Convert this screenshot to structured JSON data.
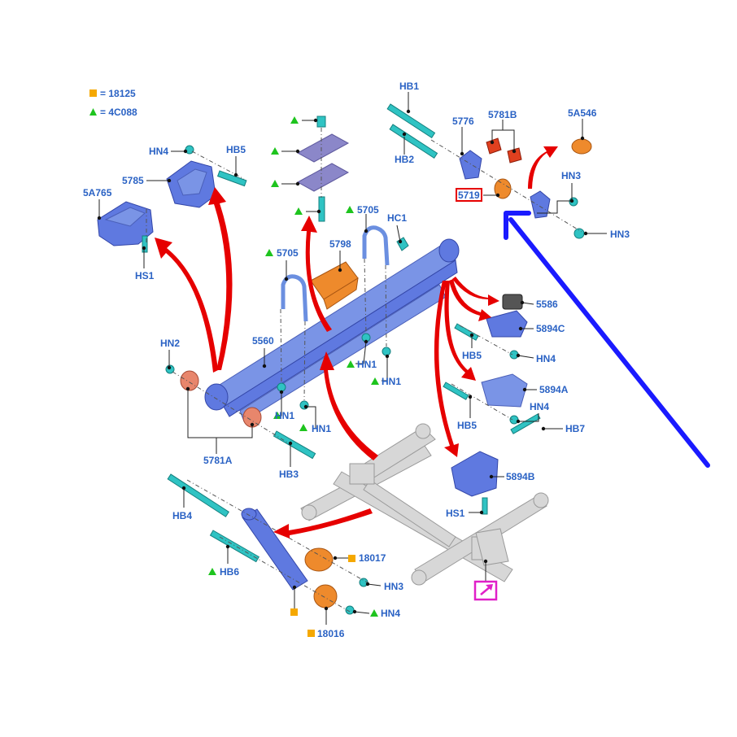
{
  "legend": {
    "square_label": "= 18125",
    "triangle_label": "= 4C088"
  },
  "labels": {
    "hb1": "HB1",
    "hb2": "HB2",
    "p5776": "5776",
    "p5781b": "5781B",
    "p5a546": "5A546",
    "p5719": "5719",
    "hn3_a": "HN3",
    "hn3_b": "HN3",
    "hn4_top": "HN4",
    "hb5_top": "HB5",
    "p5785": "5785",
    "p5a765": "5A765",
    "hs1_left": "HS1",
    "p5705_left": "5705",
    "p5705_right": "5705",
    "hc1": "HC1",
    "p5798": "5798",
    "hn2": "HN2",
    "p5560": "5560",
    "hn1_a": "HN1",
    "hn1_b": "HN1",
    "hn1_c": "HN1",
    "hn1_d": "HN1",
    "p5781a": "5781A",
    "hb3": "HB3",
    "p5586": "5586",
    "p5894c": "5894C",
    "hb5_mid": "HB5",
    "hn4_mid": "HN4",
    "p5894a": "5894A",
    "hb5_low": "HB5",
    "hn4_low": "HN4",
    "hb7": "HB7",
    "p5894b": "5894B",
    "hs1_right": "HS1",
    "hb4": "HB4",
    "p18017": "18017",
    "hb6": "HB6",
    "hn3_low": "HN3",
    "hn4_bottom": "HN4",
    "p18016": "18016"
  },
  "colors": {
    "label": "#2a62c4",
    "highlight_box": "#e60000",
    "direction_arrow": "#1a1aff",
    "red_arrows": "#e60000",
    "triangle_marker": "#1ec41e",
    "square_marker": "#f5a800",
    "view_icon": "#e020c8"
  },
  "highlight": {
    "part": "5719",
    "box_color": "red"
  },
  "icons": {
    "triangle_marker": "green-triangle-icon",
    "square_marker": "orange-square-icon",
    "view_marker": "view-arrow-icon"
  }
}
